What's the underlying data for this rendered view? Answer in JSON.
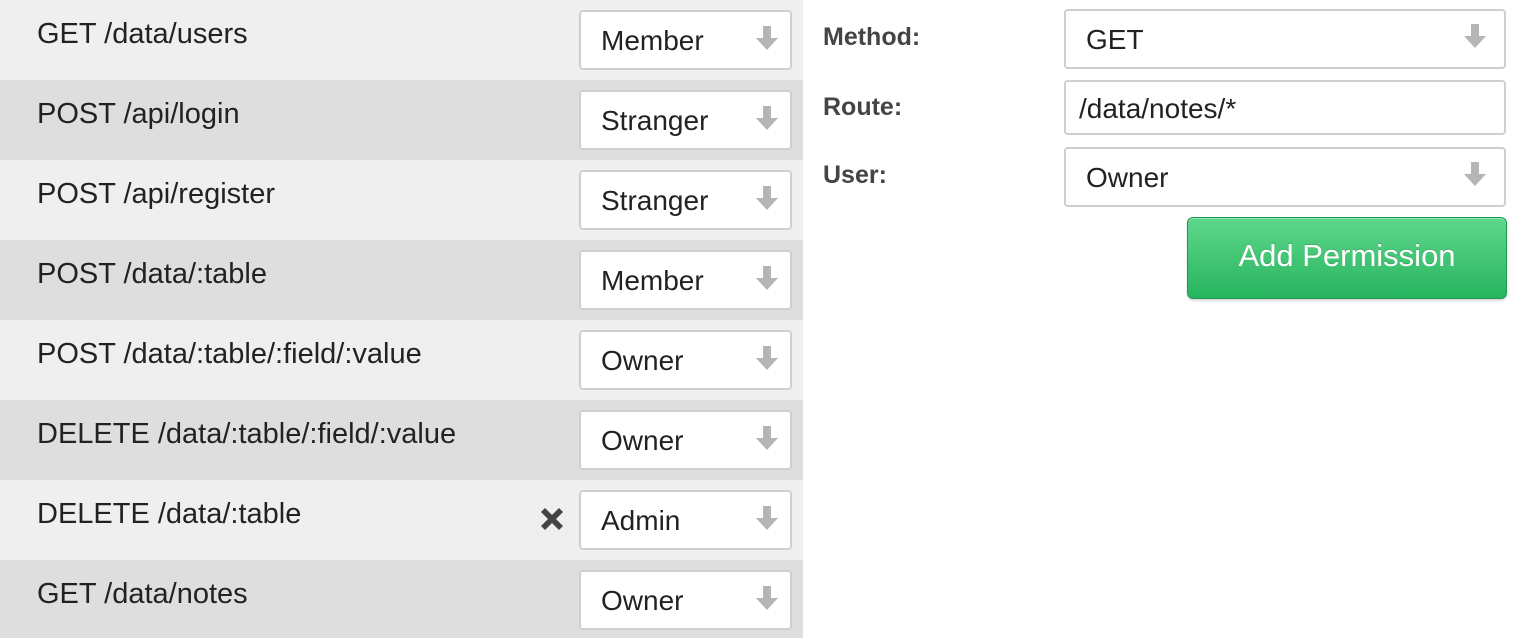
{
  "permissions": [
    {
      "route": "GET /data/users",
      "user": "Member",
      "deletable": false
    },
    {
      "route": "POST /api/login",
      "user": "Stranger",
      "deletable": false
    },
    {
      "route": "POST /api/register",
      "user": "Stranger",
      "deletable": false
    },
    {
      "route": "POST /data/:table",
      "user": "Member",
      "deletable": false
    },
    {
      "route": "POST /data/:table/:field/:value",
      "user": "Owner",
      "deletable": false
    },
    {
      "route": "DELETE /data/:table/:field/:value",
      "user": "Owner",
      "deletable": false
    },
    {
      "route": "DELETE /data/:table",
      "user": "Admin",
      "deletable": true
    },
    {
      "route": "GET /data/notes",
      "user": "Owner",
      "deletable": false
    }
  ],
  "form": {
    "method_label": "Method:",
    "method_value": "GET",
    "route_label": "Route:",
    "route_value": "/data/notes/*",
    "user_label": "User:",
    "user_value": "Owner",
    "submit_label": "Add Permission"
  },
  "colors": {
    "row_odd": "#efefef",
    "row_even": "#dedede",
    "button_green": "#27b45f",
    "arrow_gray": "#b5b5b5",
    "delete_icon": "#444444"
  },
  "icons": {
    "select_arrow": "arrow-down-icon",
    "delete": "close-icon"
  }
}
